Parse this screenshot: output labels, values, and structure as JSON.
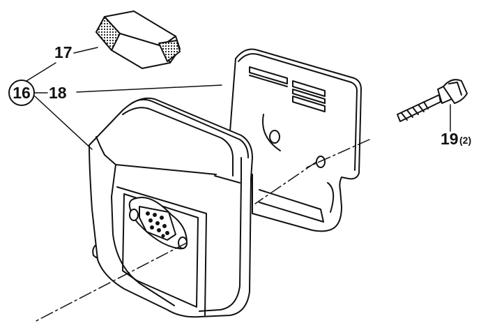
{
  "labels": {
    "p16": "16",
    "p17": "17",
    "p18": "18",
    "p19": "19",
    "p19_qty": "(2)"
  }
}
